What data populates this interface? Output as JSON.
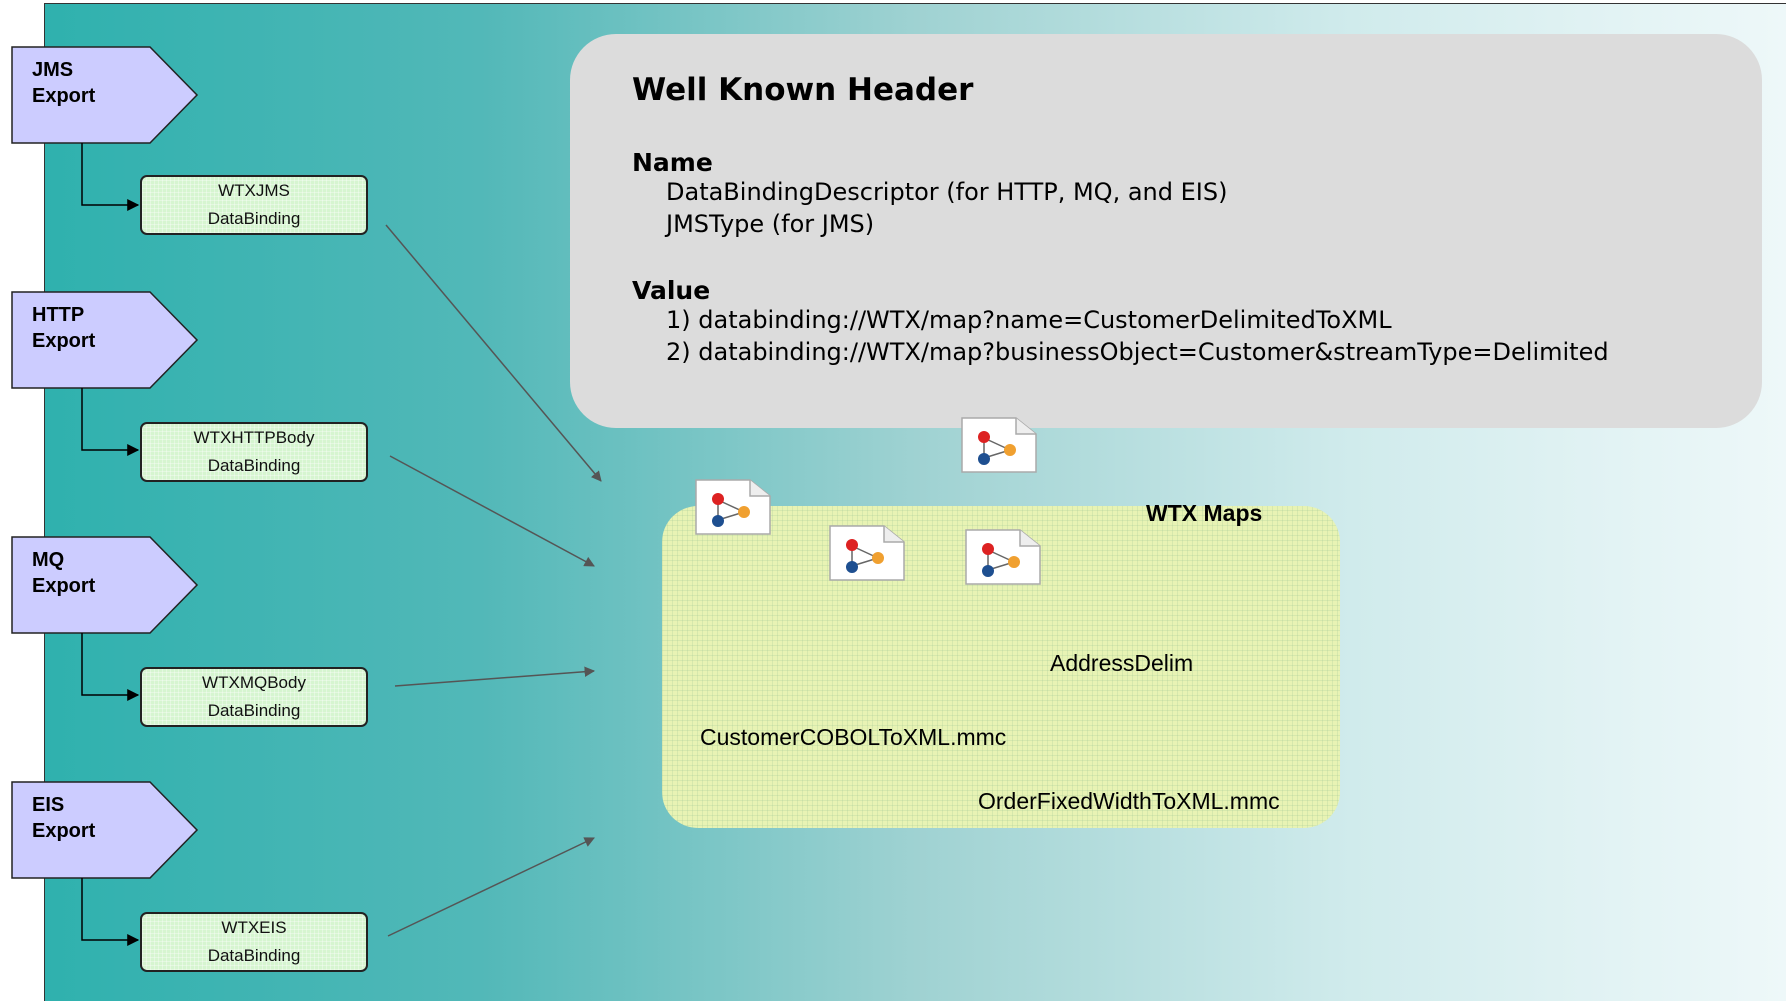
{
  "exports": [
    {
      "line1": "JMS",
      "line2": "Export",
      "binding_line1": "WTXJMS",
      "binding_line2": "DataBinding"
    },
    {
      "line1": "HTTP",
      "line2": "Export",
      "binding_line1": "WTXHTTPBody",
      "binding_line2": "DataBinding"
    },
    {
      "line1": "MQ",
      "line2": "Export",
      "binding_line1": "WTXMQBody",
      "binding_line2": "DataBinding"
    },
    {
      "line1": "EIS",
      "line2": "Export",
      "binding_line1": "WTXEIS",
      "binding_line2": "DataBinding"
    }
  ],
  "header_panel": {
    "title": "Well Known Header",
    "name_label": "Name",
    "name_lines": [
      "DataBindingDescriptor (for HTTP, MQ, and EIS)",
      "JMSType (for JMS)"
    ],
    "value_label": "Value",
    "value_lines": [
      "1) databinding://WTX/map?name=CustomerDelimitedToXML",
      "2) databinding://WTX/map?businessObject=Customer&streamType=Delimited"
    ]
  },
  "maps": {
    "title": "WTX Maps",
    "labels": [
      "AddressDelim",
      "CustomerCOBOLToXML.mmc",
      "OrderFixedWidthToXML.mmc"
    ]
  },
  "colors": {
    "export_fill": "#ccccff",
    "binding_fill": "#d6f5d0",
    "header_panel": "#dcdcdc",
    "maps_fill": "#e8f3b4",
    "arrow": "#555555"
  },
  "icons": [
    "map-file-icon",
    "map-file-icon",
    "map-file-icon",
    "map-file-icon"
  ]
}
